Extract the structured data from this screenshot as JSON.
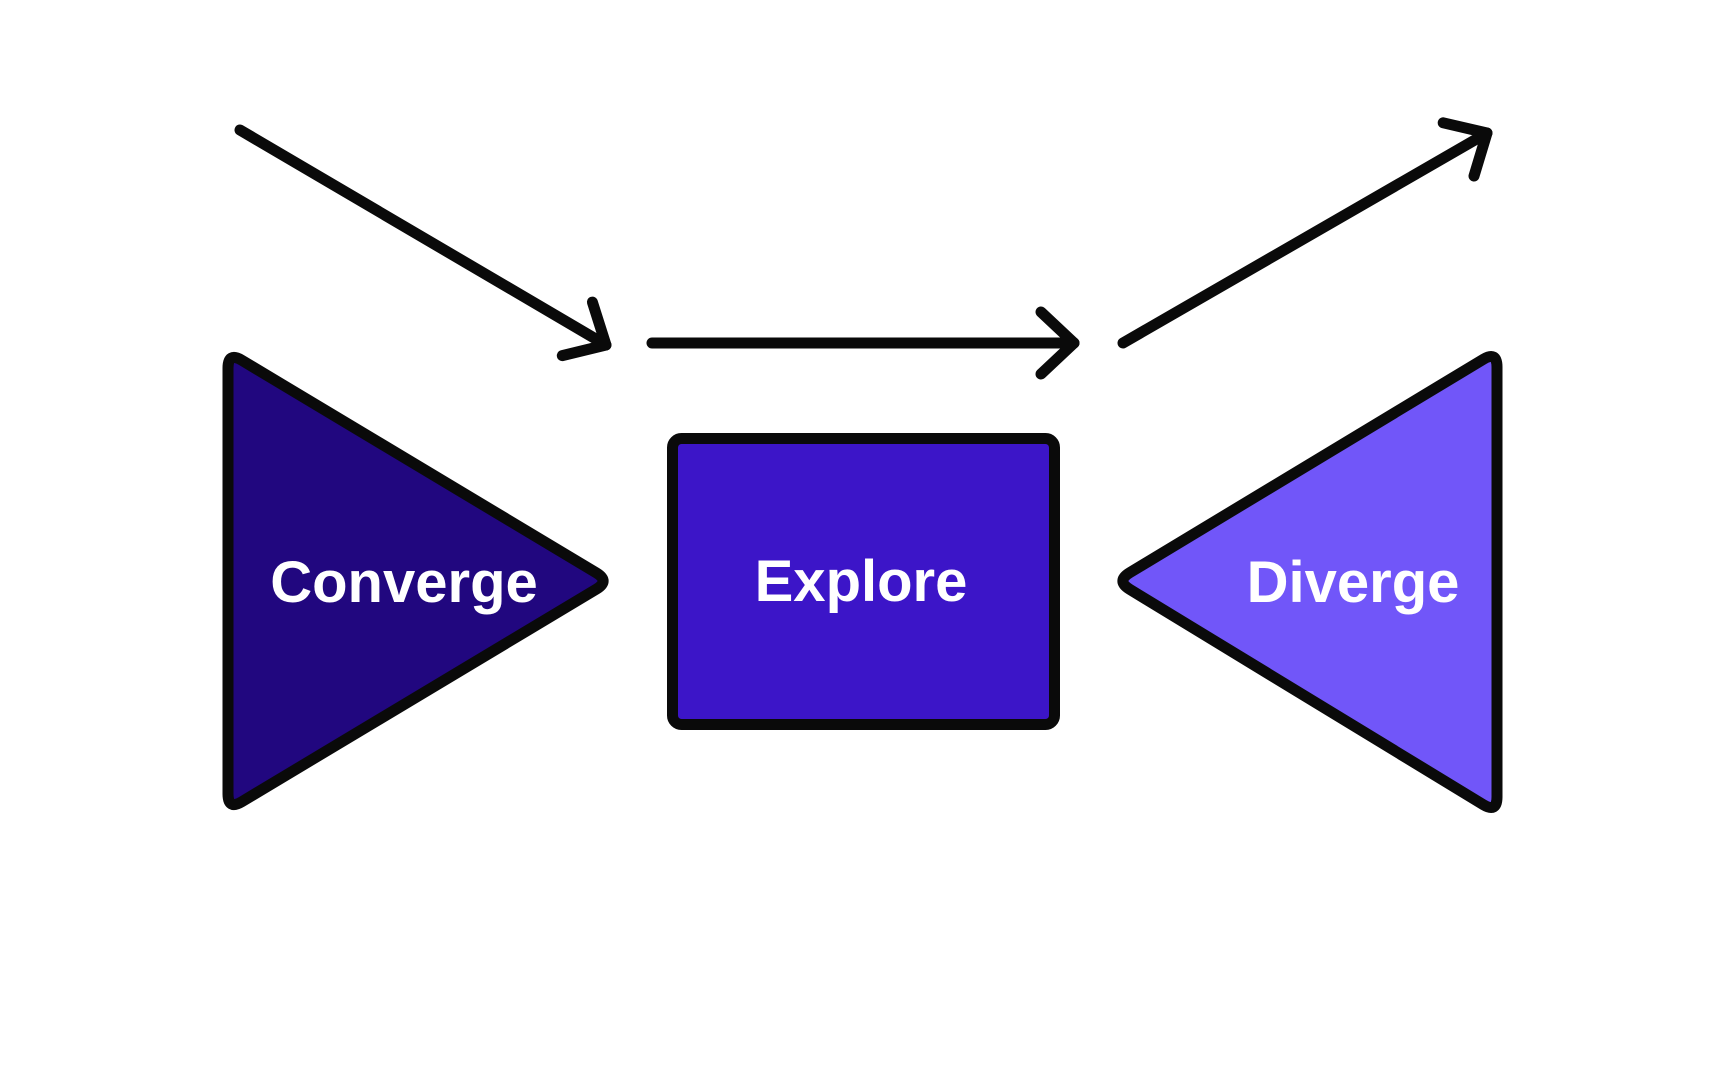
{
  "background": "#ffffff",
  "diagram": {
    "nodes": [
      {
        "id": "converge",
        "shape": "triangle-pointing-right",
        "label": "Converge",
        "fill": "#21077f",
        "text_color": "#ffffff"
      },
      {
        "id": "explore",
        "shape": "rectangle",
        "label": "Explore",
        "fill": "#3c15c8",
        "text_color": "#ffffff"
      },
      {
        "id": "diverge",
        "shape": "triangle-pointing-left",
        "label": "Diverge",
        "fill": "#7156f9",
        "text_color": "#ffffff"
      }
    ],
    "arrows": [
      {
        "id": "arrow-diagonal-down",
        "direction": "down-right"
      },
      {
        "id": "arrow-horizontal",
        "direction": "right"
      },
      {
        "id": "arrow-diagonal-up",
        "direction": "up-right"
      }
    ],
    "outline_color": "#0a0a0a",
    "arrow_color": "#0a0a0a"
  }
}
